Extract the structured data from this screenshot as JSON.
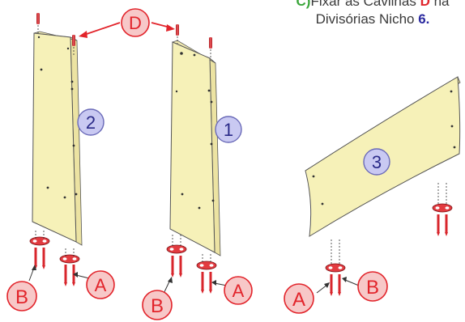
{
  "instruction": {
    "step": "C)",
    "text_1": "Fixar as Cavilhas ",
    "highlight_part": "D",
    "text_2": " na",
    "line_2": "Divisórias Nicho ",
    "niche_number": "6."
  },
  "part_labels": {
    "D": "D",
    "A_left": "A",
    "B_left": "B",
    "A_mid": "A",
    "B_mid": "B",
    "A_right": "A",
    "B_right": "B"
  },
  "panel_numbers": {
    "panel_2": "2",
    "panel_1": "1",
    "panel_3": "3"
  },
  "colors": {
    "panel_fill": "#f6f1b8",
    "panel_edge": "#d9d09a",
    "label_bubble": "#f7c8c8",
    "label_text": "#e2242b",
    "number_bubble": "#c9c9f2",
    "number_text": "#2a2a88",
    "screw_red": "#d8262c",
    "dowel_red": "#d8262c"
  }
}
